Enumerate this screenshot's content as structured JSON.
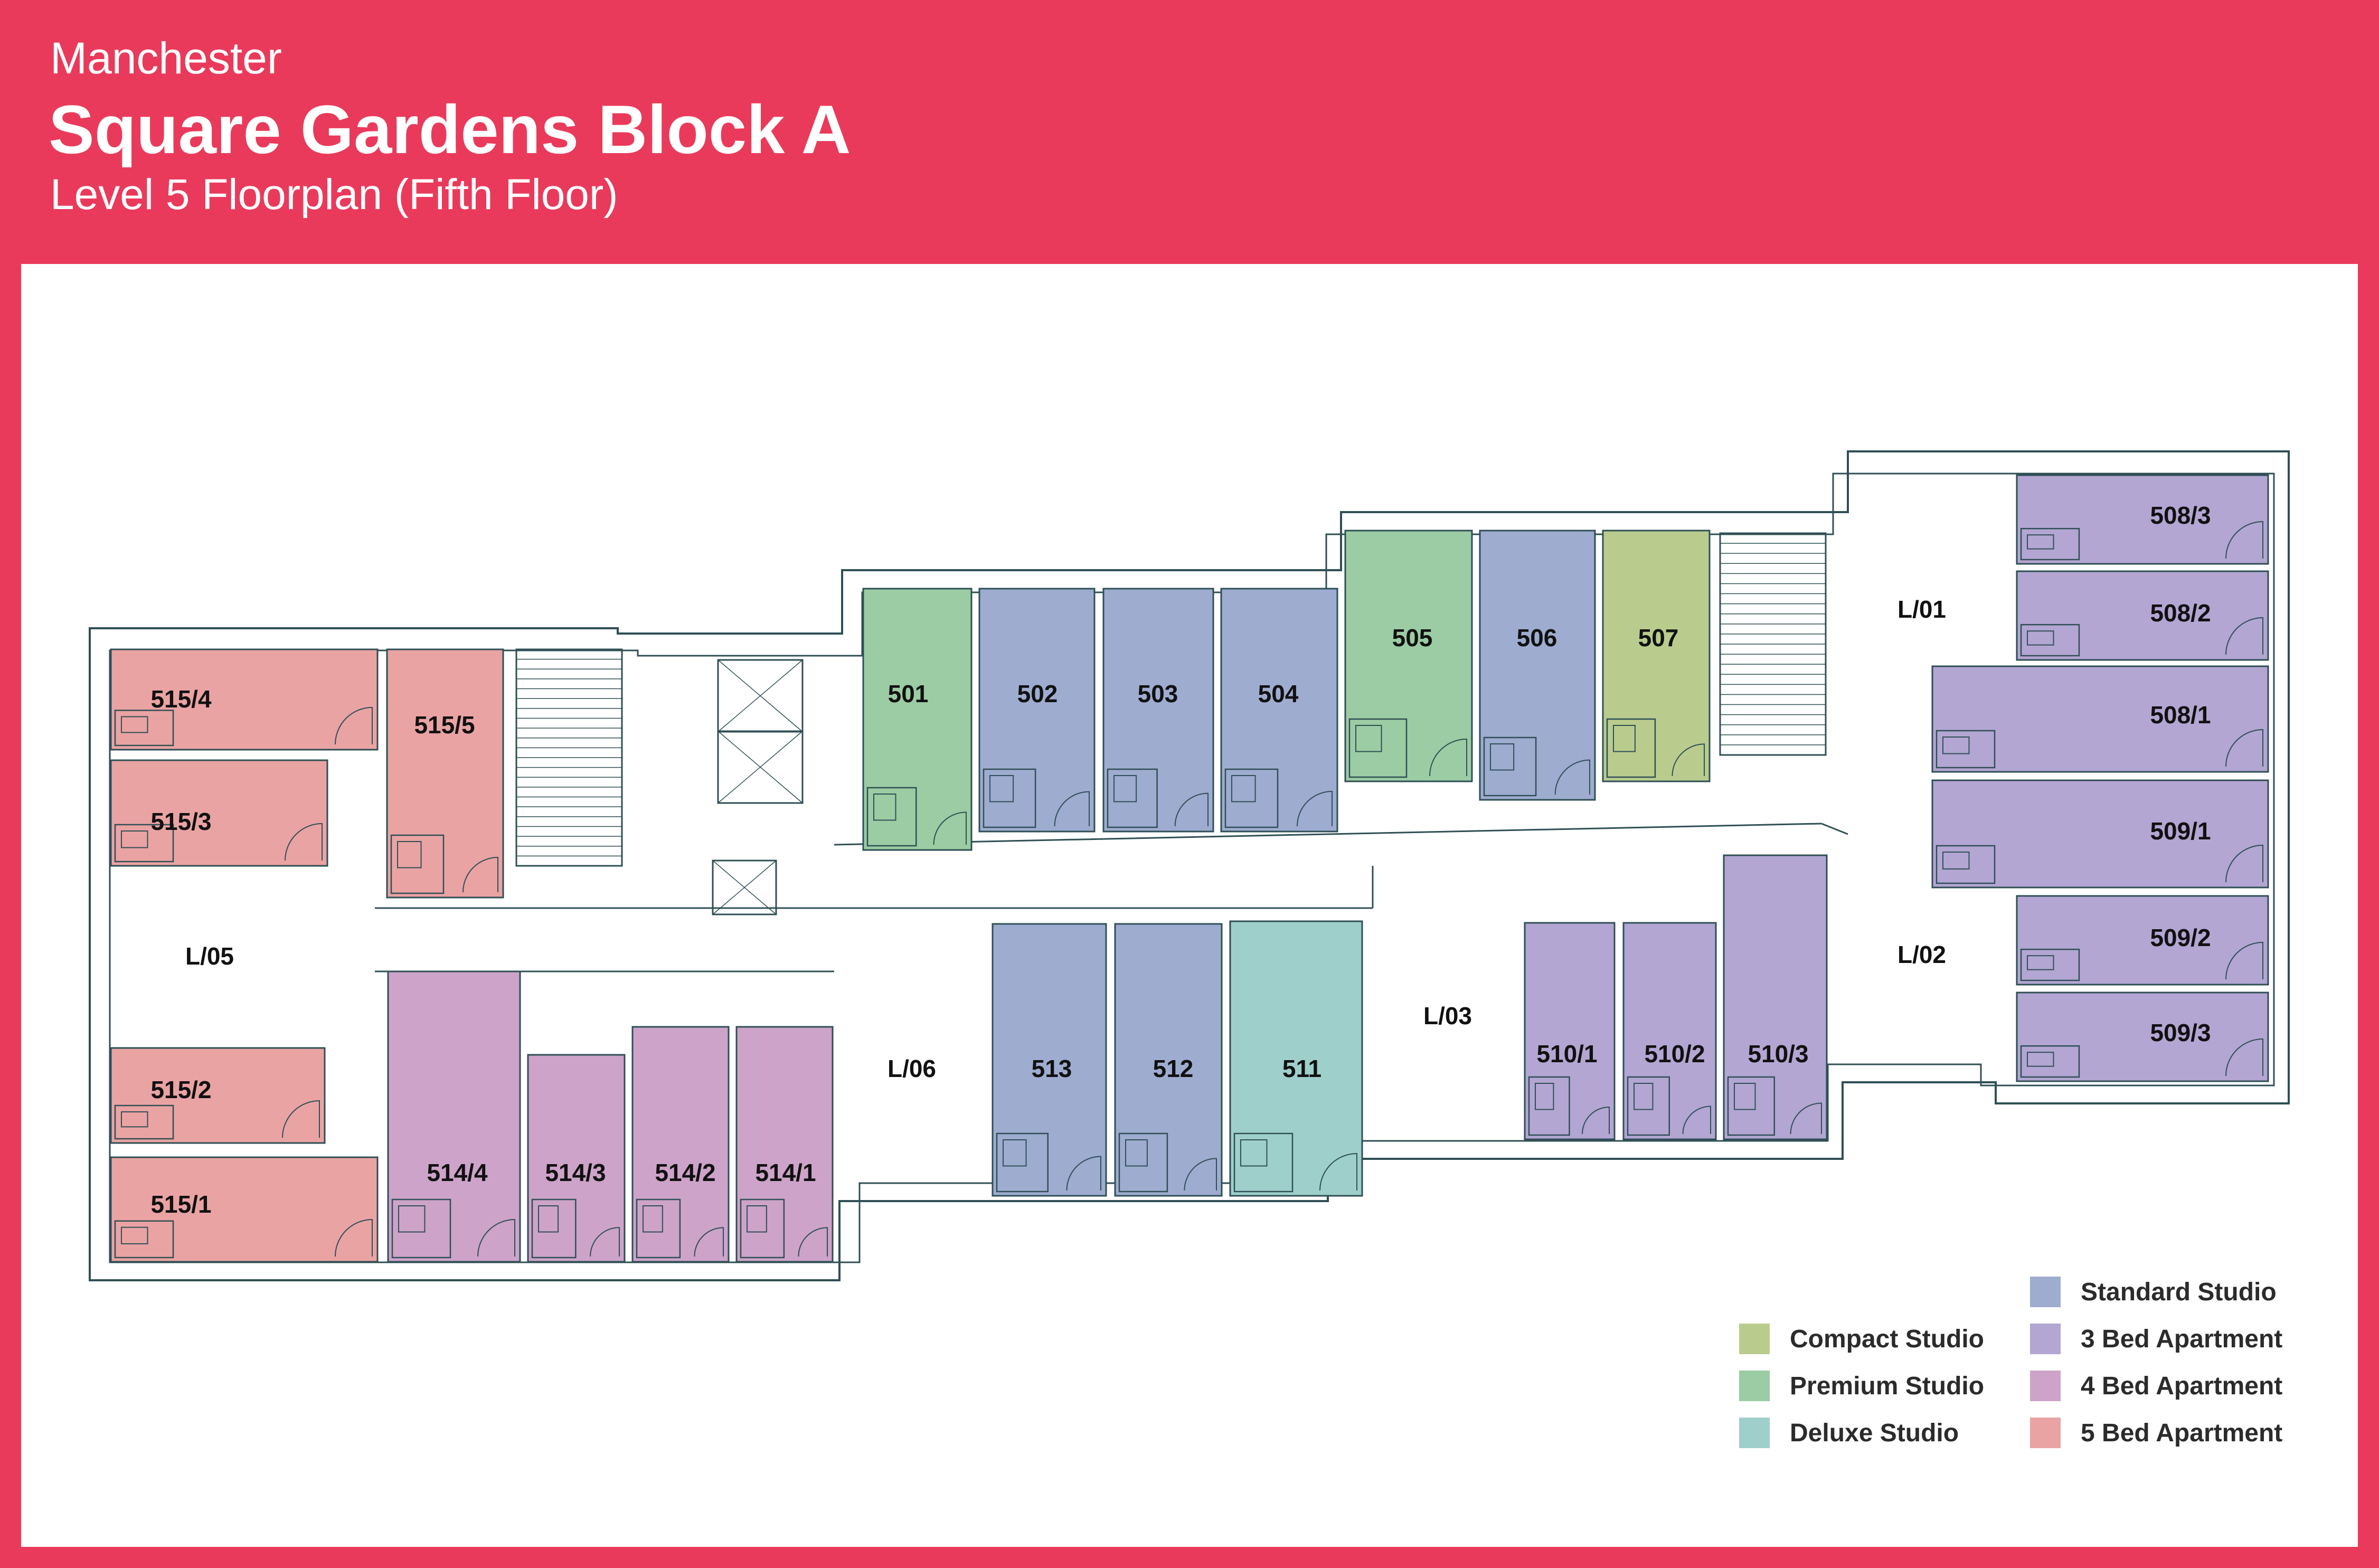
{
  "header": {
    "city": "Manchester",
    "title": "Square Gardens Block A",
    "subtitle": "Level 5 Floorplan (Fifth Floor)"
  },
  "colors": {
    "background": "#ea3a5b",
    "compact": "#b9cc8e",
    "premium": "#9bcca3",
    "deluxe": "#9fcfcb",
    "standard": "#9eacd0",
    "bed3": "#b3a6d3",
    "bed4": "#cda3c9",
    "bed5": "#eaa3a3",
    "wall": "#2f4f55"
  },
  "rooms": [
    {
      "id": "501",
      "label": "501",
      "type": "premium"
    },
    {
      "id": "502",
      "label": "502",
      "type": "standard"
    },
    {
      "id": "503",
      "label": "503",
      "type": "standard"
    },
    {
      "id": "504",
      "label": "504",
      "type": "standard"
    },
    {
      "id": "505",
      "label": "505",
      "type": "premium"
    },
    {
      "id": "506",
      "label": "506",
      "type": "standard"
    },
    {
      "id": "507",
      "label": "507",
      "type": "compact"
    },
    {
      "id": "508-3",
      "label": "508/3",
      "type": "bed3"
    },
    {
      "id": "508-2",
      "label": "508/2",
      "type": "bed3"
    },
    {
      "id": "508-1",
      "label": "508/1",
      "type": "bed3"
    },
    {
      "id": "509-1",
      "label": "509/1",
      "type": "bed3"
    },
    {
      "id": "509-2",
      "label": "509/2",
      "type": "bed3"
    },
    {
      "id": "509-3",
      "label": "509/3",
      "type": "bed3"
    },
    {
      "id": "510-1",
      "label": "510/1",
      "type": "bed3"
    },
    {
      "id": "510-2",
      "label": "510/2",
      "type": "bed3"
    },
    {
      "id": "510-3",
      "label": "510/3",
      "type": "bed3"
    },
    {
      "id": "511",
      "label": "511",
      "type": "deluxe"
    },
    {
      "id": "512",
      "label": "512",
      "type": "standard"
    },
    {
      "id": "513",
      "label": "513",
      "type": "standard"
    },
    {
      "id": "514-1",
      "label": "514/1",
      "type": "bed4"
    },
    {
      "id": "514-2",
      "label": "514/2",
      "type": "bed4"
    },
    {
      "id": "514-3",
      "label": "514/3",
      "type": "bed4"
    },
    {
      "id": "514-4",
      "label": "514/4",
      "type": "bed4"
    },
    {
      "id": "515-1",
      "label": "515/1",
      "type": "bed5"
    },
    {
      "id": "515-2",
      "label": "515/2",
      "type": "bed5"
    },
    {
      "id": "515-3",
      "label": "515/3",
      "type": "bed5"
    },
    {
      "id": "515-4",
      "label": "515/4",
      "type": "bed5"
    },
    {
      "id": "515-5",
      "label": "515/5",
      "type": "bed5"
    }
  ],
  "lounges": [
    {
      "id": "L01",
      "label": "L/01"
    },
    {
      "id": "L02",
      "label": "L/02"
    },
    {
      "id": "L03",
      "label": "L/03"
    },
    {
      "id": "L05",
      "label": "L/05"
    },
    {
      "id": "L06",
      "label": "L/06"
    }
  ],
  "legend": [
    {
      "key": "standard",
      "label": "Standard Studio",
      "color": "#9eacd0"
    },
    {
      "key": "compact",
      "label": "Compact Studio",
      "color": "#b9cc8e"
    },
    {
      "key": "bed3",
      "label": "3 Bed Apartment",
      "color": "#b3a6d3"
    },
    {
      "key": "premium",
      "label": "Premium Studio",
      "color": "#9bcca3"
    },
    {
      "key": "bed4",
      "label": "4 Bed Apartment",
      "color": "#cda3c9"
    },
    {
      "key": "deluxe",
      "label": "Deluxe Studio",
      "color": "#9fcfcb"
    },
    {
      "key": "bed5",
      "label": "5 Bed Apartment",
      "color": "#eaa3a3"
    }
  ]
}
